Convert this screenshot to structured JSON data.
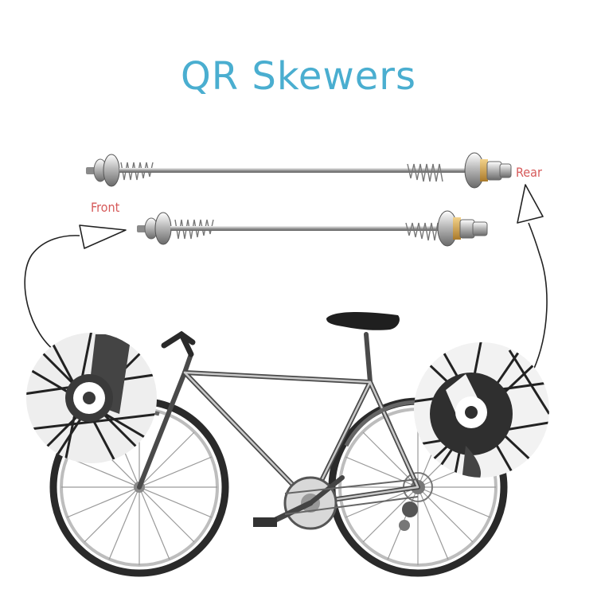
{
  "title": "QR Skewers",
  "labels": {
    "front": "Front",
    "rear": "Rear"
  },
  "colors": {
    "title": "#4aaed0",
    "label": "#d65a5a"
  }
}
